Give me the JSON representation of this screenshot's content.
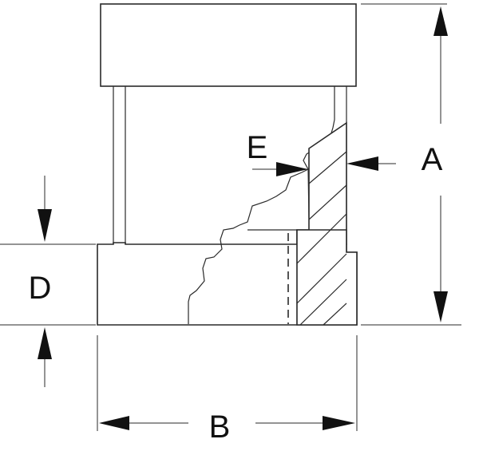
{
  "labels": {
    "A": "A",
    "B": "B",
    "D": "D",
    "E": "E"
  },
  "colors": {
    "line": "#2a2a2a",
    "arrow": "#111111",
    "background": "#ffffff"
  }
}
